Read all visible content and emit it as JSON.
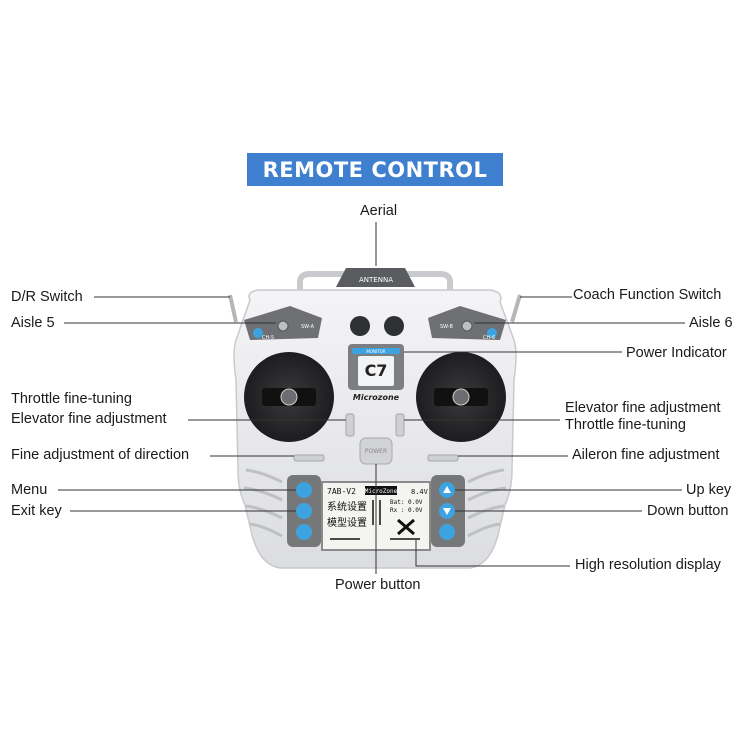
{
  "title": "REMOTE CONTROL",
  "device": {
    "antenna_label": "ANTENNA",
    "model": "C7",
    "brand": "Microzone",
    "monitor_label": "MONITOR",
    "power_label": "POWER",
    "sw_a": "SW-A",
    "sw_b": "SW-B",
    "ch_5": "CH-5",
    "ch_6": "CH-6"
  },
  "screen": {
    "model_name": "7AB-V2",
    "brand_box": "MicroZone",
    "menu_1": "系统设置",
    "menu_2": "模型设置",
    "voltage_1": "8.4V",
    "bat_line": "Bat:  0.0V",
    "rx_line": "Rx :  0.0V"
  },
  "labels": {
    "aerial": "Aerial",
    "dr_switch": "D/R Switch",
    "aisle5": "Aisle 5",
    "throttle_ft_left": "Throttle fine-tuning",
    "elevator_fa_left": "Elevator fine adjustment",
    "fine_direction": "Fine adjustment of direction",
    "menu": "Menu",
    "exit_key": "Exit key",
    "coach_switch": "Coach Function Switch",
    "aisle6": "Aisle 6",
    "power_indicator": "Power Indicator",
    "elevator_fa_right": "Elevator fine adjustment",
    "throttle_ft_right": "Throttle fine-tuning",
    "aileron_fa": "Aileron fine adjustment",
    "up_key": "Up key",
    "down_button": "Down button",
    "high_res_display": "High resolution display",
    "power_button": "Power button"
  },
  "colors": {
    "banner": "#3f7fcf",
    "body": "#ececef",
    "accent": "#3da3e0"
  }
}
